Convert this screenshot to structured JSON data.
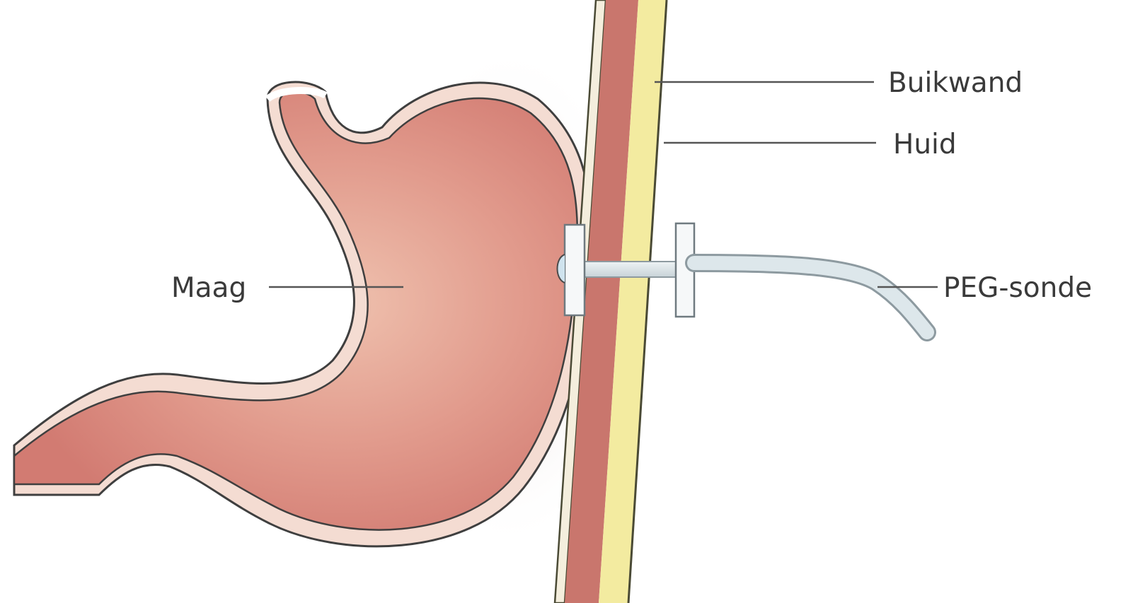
{
  "labels": {
    "stomach": "Maag",
    "abdominal_wall": "Buikwand",
    "skin": "Huid",
    "peg_tube": "PEG-sonde"
  },
  "colors": {
    "background": "#ffffff",
    "stomach_fill": "#d9847c",
    "stomach_highlight": "#edb8a6",
    "stomach_outline": "#3f3f3f",
    "stomach_lining": "#f4dcd2",
    "muscle": "#c9766d",
    "fat_layer": "#f3eba0",
    "skin_edge": "#4a4a35",
    "tube": "#dce6ea",
    "tube_outline": "#8d9aa0",
    "shadow": "#e3d6d2",
    "leader_line": "#555555",
    "label_text": "#3a3a3a"
  }
}
